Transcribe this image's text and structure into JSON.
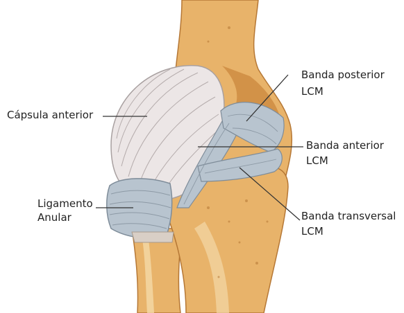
{
  "labels": {
    "capsula_anterior": "Cápsula anterior",
    "ligamento_anular_1": "Ligamento",
    "ligamento_anular_2": "Anular",
    "banda_posterior_1": "Banda posterior",
    "banda_posterior_2": "LCM",
    "banda_anterior_1": "Banda anterior",
    "banda_anterior_2": "LCM",
    "banda_transversal_1": "Banda transversal",
    "banda_transversal_2": "LCM"
  },
  "colors": {
    "bone": "#e8b36a",
    "bone_shadow": "#c9853a",
    "bone_light": "#f4d9a8",
    "capsule": "#ece6e6",
    "ligament": "#b8c4cf",
    "leader_line": "#333333"
  }
}
